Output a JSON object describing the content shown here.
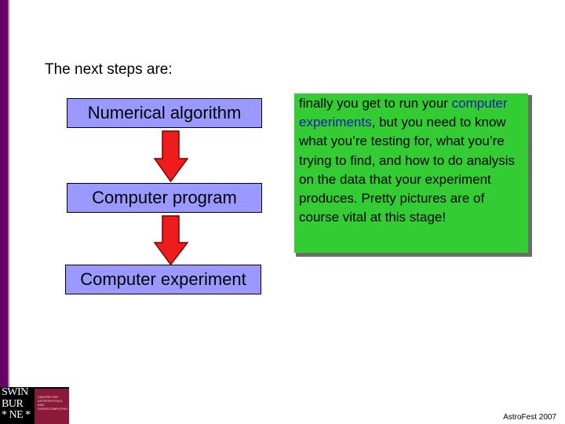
{
  "intro_text": "The next steps are:",
  "flow": {
    "step1": "Numerical algorithm",
    "step2": "Computer program",
    "step3": "Computer experiment"
  },
  "note": {
    "part1": "finally you get to run your ",
    "highlight": "computer experiments",
    "part2": ", but you need to know what you’re testing for, what you’re trying to find, and how to do analysis on the data that your experiment produces. Pretty pictures are of course vital at this stage!"
  },
  "logo": {
    "line1": "SWIN",
    "line2": "BUR",
    "line3": "* NE *",
    "subtext": "CENTRE FOR ASTROPHYSICS AND SUPERCOMPUTING"
  },
  "footer": "AstroFest 2007",
  "colors": {
    "accent_bar": "#660066",
    "box_fill": "#9999ff",
    "arrow_fill": "#ee1c1c",
    "note_fill": "#33cc33",
    "note_highlight": "#1a1ab0"
  }
}
